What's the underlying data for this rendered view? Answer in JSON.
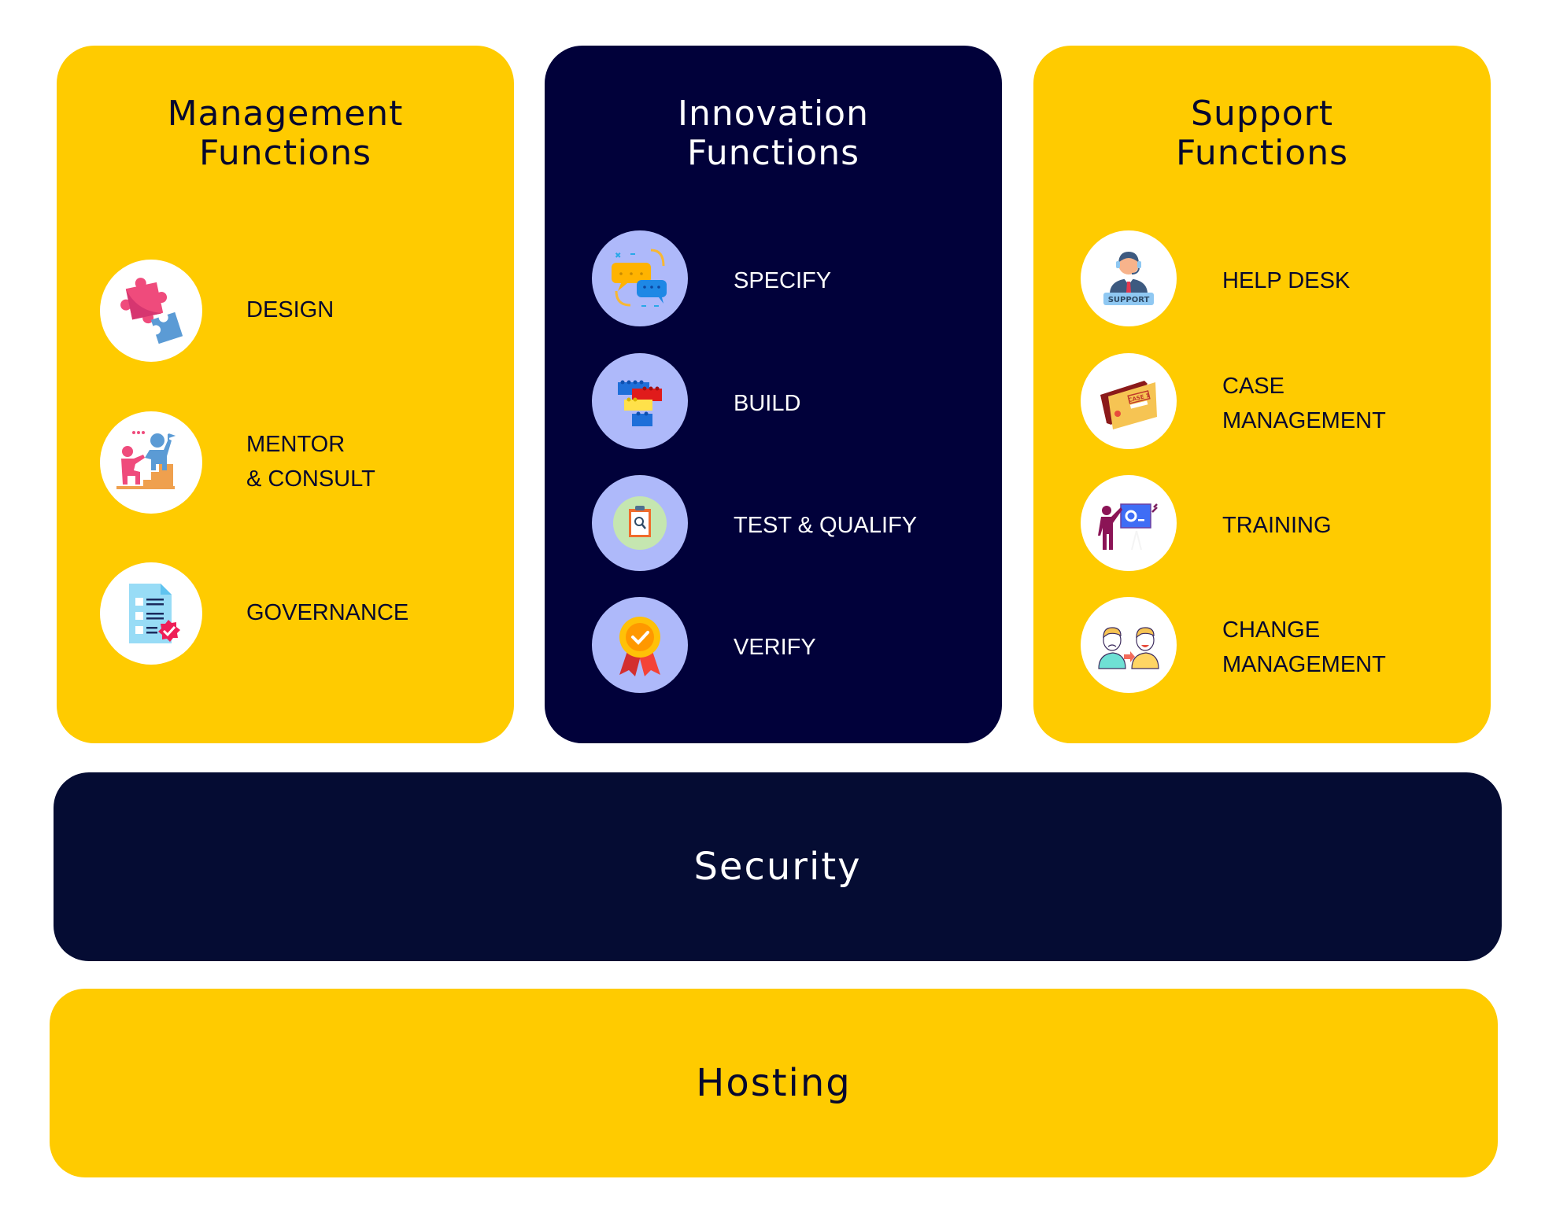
{
  "colors": {
    "yellow": "#FFCB00",
    "navy": "#01013A",
    "security_band": "#050C33",
    "dark_text": "#06082E",
    "icon_bg_light": "#FFFFFF",
    "icon_bg_lavender": "#AEB9FA"
  },
  "columns": [
    {
      "title_lines": [
        "Management",
        "Functions"
      ],
      "items": [
        {
          "label_lines": [
            "DESIGN"
          ],
          "icon": "puzzle-icon"
        },
        {
          "label_lines": [
            "MENTOR",
            "& CONSULT"
          ],
          "icon": "mentor-stairs-icon"
        },
        {
          "label_lines": [
            "GOVERNANCE"
          ],
          "icon": "checklist-document-icon"
        }
      ]
    },
    {
      "title_lines": [
        "Innovation",
        "Functions"
      ],
      "items": [
        {
          "label_lines": [
            "SPECIFY"
          ],
          "icon": "chat-bubbles-icon"
        },
        {
          "label_lines": [
            "BUILD"
          ],
          "icon": "building-blocks-icon"
        },
        {
          "label_lines": [
            "TEST & QUALIFY"
          ],
          "icon": "clipboard-search-icon"
        },
        {
          "label_lines": [
            "VERIFY"
          ],
          "icon": "award-badge-icon"
        }
      ]
    },
    {
      "title_lines": [
        "Support",
        "Functions"
      ],
      "items": [
        {
          "label_lines": [
            "HELP DESK"
          ],
          "icon": "support-agent-icon",
          "icon_text": "SUPPORT"
        },
        {
          "label_lines": [
            "CASE",
            "MANAGEMENT"
          ],
          "icon": "case-folder-icon",
          "icon_text": "CASE 1"
        },
        {
          "label_lines": [
            "TRAINING"
          ],
          "icon": "presentation-trainer-icon"
        },
        {
          "label_lines": [
            "CHANGE",
            "MANAGEMENT"
          ],
          "icon": "change-people-icon"
        }
      ]
    }
  ],
  "bands": {
    "security": "Security",
    "hosting": "Hosting"
  }
}
